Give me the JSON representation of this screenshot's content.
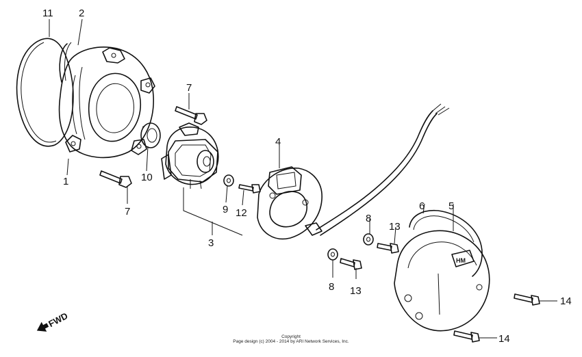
{
  "callouts": {
    "c1": "1",
    "c2": "2",
    "c3": "3",
    "c4": "4",
    "c5": "5",
    "c6": "6",
    "c7a": "7",
    "c7b": "7",
    "c8a": "8",
    "c8b": "8",
    "c9": "9",
    "c10": "10",
    "c11": "11",
    "c12": "12",
    "c13a": "13",
    "c13b": "13",
    "c14a": "14",
    "c14b": "14"
  },
  "direction": {
    "label": "FWD"
  },
  "cover_badge": "HM",
  "footer": {
    "line1": "Copyright",
    "line2": "Page design (c) 2004 - 2014 by ARI Network Services, Inc."
  }
}
